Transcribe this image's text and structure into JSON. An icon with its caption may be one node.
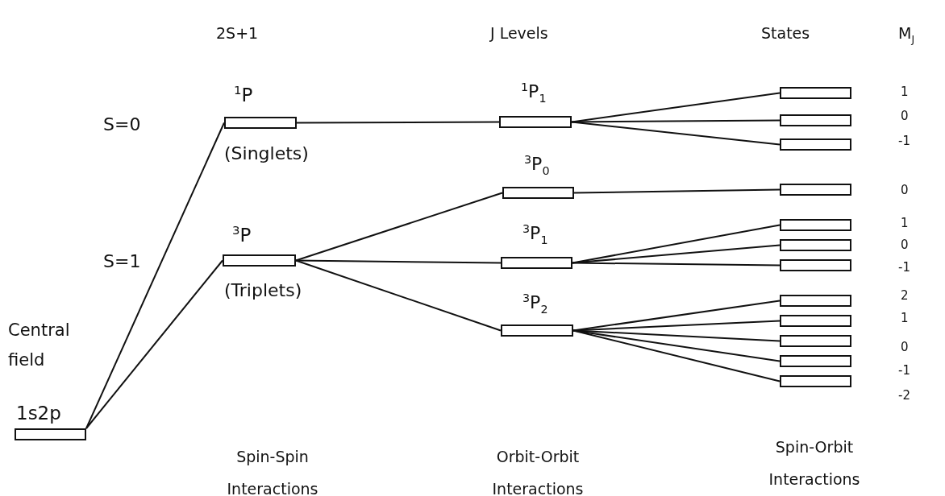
{
  "diagram": {
    "nodes": [
      {
        "text": [],
        "shape": "bar",
        "beside": [
          "Central field",
          "1s2p"
        ]
      },
      {
        "text": [],
        "shape": "bar",
        "beside": [
          "$^{1}$P",
          "(Singlets)"
        ]
      },
      {
        "text": [],
        "shape": "bar",
        "beside": [
          "$^{3}$P",
          "(Triplets)"
        ]
      },
      {
        "text": [],
        "shape": "bar",
        "beside": [
          "$^{1}$P$_{1}$"
        ]
      },
      {
        "text": [],
        "shape": "bar",
        "beside": [
          "$^{3}$P$_{0}$"
        ]
      },
      {
        "text": [],
        "shape": "bar",
        "beside": [
          "$^{3}$P$_{1}$"
        ]
      },
      {
        "text": [],
        "shape": "bar",
        "beside": [
          "$^{3}$P$_{2}$"
        ]
      },
      {
        "text": [],
        "shape": "bar"
      },
      {
        "text": [],
        "shape": "bar"
      },
      {
        "text": [],
        "shape": "bar"
      },
      {
        "text": [],
        "shape": "bar"
      },
      {
        "text": [],
        "shape": "bar"
      },
      {
        "text": [],
        "shape": "bar"
      },
      {
        "text": [],
        "shape": "bar"
      },
      {
        "text": [],
        "shape": "bar"
      },
      {
        "text": [],
        "shape": "bar"
      },
      {
        "text": [],
        "shape": "bar"
      },
      {
        "text": [],
        "shape": "bar"
      },
      {
        "text": [],
        "shape": "bar"
      }
    ],
    "edges": [
      {
        "from": 0,
        "to": 1,
        "arrow": "none"
      },
      {
        "from": 0,
        "to": 2,
        "arrow": "none"
      },
      {
        "from": 1,
        "to": 3,
        "arrow": "none"
      },
      {
        "from": 2,
        "to": 4,
        "arrow": "none"
      },
      {
        "from": 2,
        "to": 5,
        "arrow": "none"
      },
      {
        "from": 2,
        "to": 6,
        "arrow": "none"
      },
      {
        "from": 3,
        "to": 7,
        "arrow": "none"
      },
      {
        "from": 3,
        "to": 8,
        "arrow": "none"
      },
      {
        "from": 3,
        "to": 9,
        "arrow": "none"
      },
      {
        "from": 4,
        "to": 10,
        "arrow": "none"
      },
      {
        "from": 5,
        "to": 11,
        "arrow": "none"
      },
      {
        "from": 5,
        "to": 12,
        "arrow": "none"
      },
      {
        "from": 5,
        "to": 13,
        "arrow": "none"
      },
      {
        "from": 6,
        "to": 14,
        "arrow": "none"
      },
      {
        "from": 6,
        "to": 15,
        "arrow": "none"
      },
      {
        "from": 6,
        "to": 16,
        "arrow": "none"
      },
      {
        "from": 6,
        "to": 17,
        "arrow": "none"
      },
      {
        "from": 6,
        "to": 18,
        "arrow": "none"
      }
    ],
    "labels": [
      "2S+1",
      "J Levels",
      "States",
      "M$_{J}$",
      "S=0",
      "S=1",
      "1",
      "0",
      "-1",
      "0",
      "1",
      "0",
      "-1",
      "2",
      "1",
      "0",
      "-1",
      "-2",
      "Spin-Spin Interactions",
      "Orbit-Orbit Interactions",
      "Spin-Orbit Interactions"
    ]
  }
}
